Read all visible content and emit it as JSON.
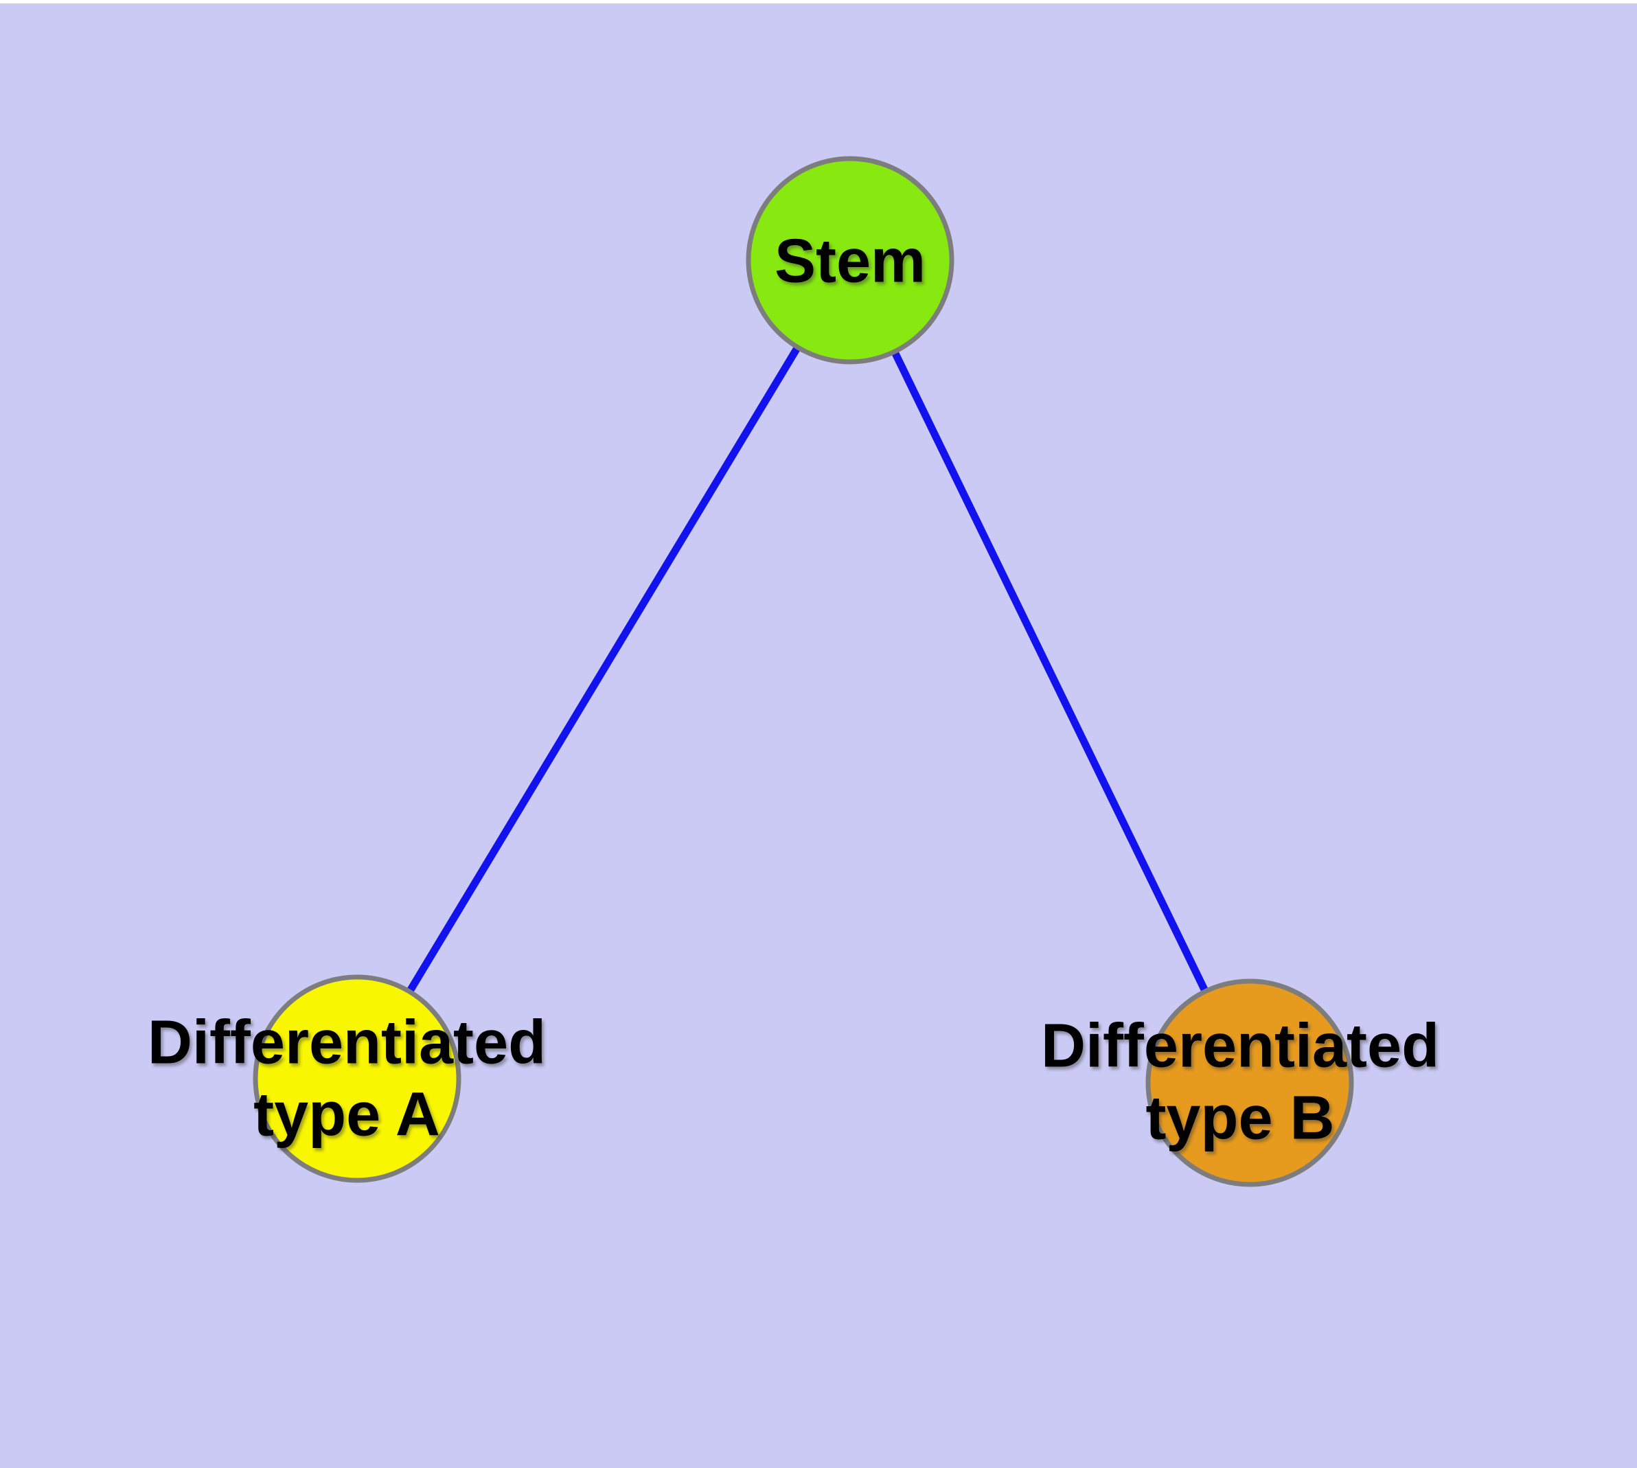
{
  "title": "Stem cell differentiation diagram",
  "colors": {
    "background": "#cacaf5",
    "top_margin": "#ffffff",
    "edge": "#1212ee",
    "node_border": "#7d7d7d",
    "label_text": "#000000",
    "stem_fill": "#87e90f",
    "type_a_fill": "#f8f600",
    "type_b_fill": "#e69a1e"
  },
  "diagram": {
    "nodes": [
      {
        "id": "stem",
        "label": "Stem",
        "fill": "#87e90f"
      },
      {
        "id": "type-a",
        "label": "Differentiated\ntype A",
        "fill": "#f8f600"
      },
      {
        "id": "type-b",
        "label": "Differentiated\ntype B",
        "fill": "#e69a1e"
      }
    ],
    "edges": [
      {
        "from": "stem",
        "to": "type-a"
      },
      {
        "from": "stem",
        "to": "type-b"
      }
    ]
  }
}
